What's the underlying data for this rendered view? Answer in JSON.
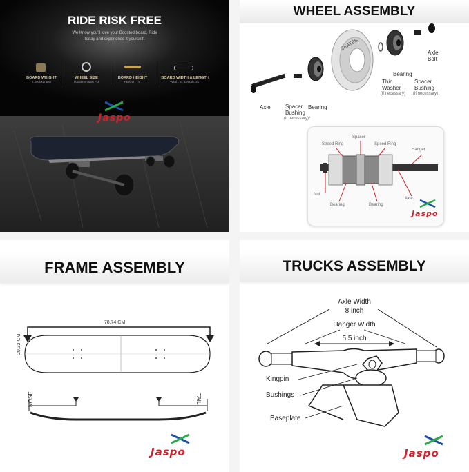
{
  "panel_ride": {
    "title": "RIDE RISK FREE",
    "subtitle_line1": "We Know you'll love your Boosted board, Ride",
    "subtitle_line2": "today and experience it yourself.",
    "specs": [
      {
        "label": "BOARD WEIGHT",
        "value": "2.3000kgrams",
        "icon": "weight-icon"
      },
      {
        "label": "WHEEL SIZE",
        "value": "50x36mm 85A PU",
        "icon": "wheel-icon"
      },
      {
        "label": "BOARD HEIGHT",
        "value": "HEIGHT : 4\"",
        "icon": "board-height-icon"
      },
      {
        "label": "BOARD WIDTH & LENGTH",
        "value": "Width: 8\", Length: 31\"",
        "icon": "board-length-icon"
      }
    ],
    "logo": "Jaspo"
  },
  "panel_wheel": {
    "title": "WHEEL ASSEMBLY",
    "labels": {
      "axle": "Axle",
      "spacer_bushing": "Spacer\nBushing",
      "spacer_bushing_note": "(if necessary)*",
      "bearing": "Bearing",
      "thin_washer": "Thin\nWasher",
      "thin_washer_note": "(if necessary)",
      "bearing2": "Bearing",
      "spacer_bushing2": "Spacer\nBushing",
      "spacer_bushing2_note": "(if necessary)",
      "axle_bolt": "Axle\nBolt"
    },
    "detail_labels": {
      "spacer": "Spacer",
      "speed_ring_left": "Speed Ring",
      "speed_ring_right": "Speed Ring",
      "hanger": "Hanger",
      "nut": "Nut",
      "bearing_left": "Bearing",
      "bearing_right": "Bearing",
      "axle": "Axle"
    },
    "wheel_text": "SKATES",
    "logo": "Jaspo"
  },
  "panel_frame": {
    "title": "FRAME  ASSEMBLY",
    "length": "78.74 CM",
    "width": "20.32 CM",
    "nose": "NOSE",
    "tail": "TAIL",
    "logo": "Jaspo"
  },
  "panel_trucks": {
    "title": "TRUCKS ASSEMBLY",
    "axle_width_label": "Axle Width",
    "axle_width_value": "8 inch",
    "hanger_width_label": "Hanger Width",
    "hanger_width_value": "5.5 inch",
    "kingpin": "Kingpin",
    "bushings": "Bushings",
    "baseplate": "Baseplate",
    "logo": "Jaspo"
  },
  "colors": {
    "brand_red": "#d0202a",
    "logo_blue": "#1e4fa8",
    "logo_green": "#2aa84a"
  }
}
